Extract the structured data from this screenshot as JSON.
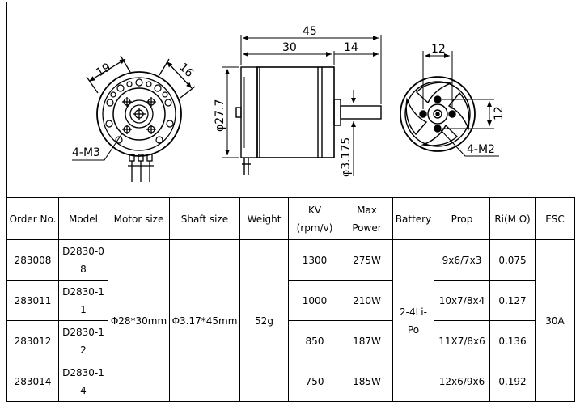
{
  "drawing": {
    "dims": {
      "d19": "19",
      "d16": "16",
      "m3": "4-M3",
      "d45": "45",
      "d30": "30",
      "d14": "14",
      "d277": "φ27.7",
      "d3175": "φ3.175",
      "d12top": "12",
      "d12side": "12",
      "m2": "4-M2"
    }
  },
  "table": {
    "headers": {
      "order": "Order No.",
      "model": "Model",
      "motor_size": "Motor size",
      "shaft_size": "Shaft size",
      "weight": "Weight",
      "kv": "KV (rpm/v)",
      "max_power": "Max Power",
      "battery": "Battery",
      "prop": "Prop",
      "ri": "Ri(M Ω)",
      "esc": "ESC"
    },
    "shared": {
      "motor_size": "Φ28*30mm",
      "shaft_size": "Φ3.17*45mm",
      "weight": "52g",
      "battery": "2-4Li-Po",
      "esc": "30A"
    },
    "rows": [
      {
        "order": "283008",
        "model": "D2830-08",
        "kv": "1300",
        "max_power": "275W",
        "prop": "9x6/7x3",
        "ri": "0.075"
      },
      {
        "order": "283011",
        "model": "D2830-11",
        "kv": "1000",
        "max_power": "210W",
        "prop": "10x7/8x4",
        "ri": "0.127"
      },
      {
        "order": "283012",
        "model": "D2830-12",
        "kv": "850",
        "max_power": "187W",
        "prop": "11X7/8x6",
        "ri": "0.136"
      },
      {
        "order": "283014",
        "model": "D2830-14",
        "kv": "750",
        "max_power": "185W",
        "prop": "12x6/9x6",
        "ri": "0.192"
      }
    ]
  }
}
